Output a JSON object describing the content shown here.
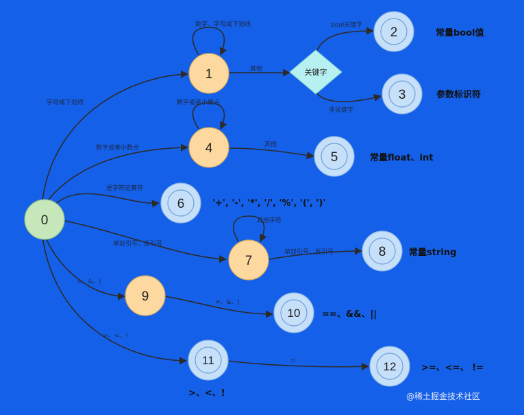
{
  "nodes": [
    {
      "id": "n0",
      "label": "0"
    },
    {
      "id": "n1",
      "label": "1"
    },
    {
      "id": "n2",
      "label": "2"
    },
    {
      "id": "n3",
      "label": "3"
    },
    {
      "id": "n4",
      "label": "4"
    },
    {
      "id": "n5",
      "label": "5"
    },
    {
      "id": "n6",
      "label": "6"
    },
    {
      "id": "n7",
      "label": "7"
    },
    {
      "id": "n8",
      "label": "8"
    },
    {
      "id": "n9",
      "label": "9"
    },
    {
      "id": "n10",
      "label": "10"
    },
    {
      "id": "n11",
      "label": "11"
    },
    {
      "id": "n12",
      "label": "12"
    }
  ],
  "decision": {
    "label": "关键字"
  },
  "edge_labels": {
    "e0_1": "字母或下划线",
    "e0_4": "数字或者小数点",
    "e0_6": "是字符运算符",
    "e0_7": "单双引号、反引号",
    "e0_9": "=、&、|",
    "e0_11": ">、<、!",
    "e1_self": "数字、字母或下划线",
    "e1_kw": "其他",
    "kw_2": "bool关键字",
    "kw_3": "非关键字",
    "e4_self": "数字或者小数点",
    "e4_5": "其他",
    "e7_self": "其他字符",
    "e7_8": "单双引号、反引号",
    "e9_10": "=、&、|",
    "e11_12": "="
  },
  "descriptions": {
    "n2": "常量bool值",
    "n3": "参数标识符",
    "n5": "常量float、int",
    "n6": "'+', '-', '*', '/', '%', '(', ')'",
    "n8": "常量string",
    "n10": "==、&&、||",
    "n11": ">、<、!",
    "n12": ">=、<=、 !="
  },
  "watermark": "@稀土掘金技术社区",
  "colors": {
    "background": "#1560e8",
    "start": "#c6e7b9",
    "intermediate": "#fdd9a0",
    "terminal": "#c7e0fa",
    "decision": "#b6f0f0",
    "edge": "#2b2b2b"
  }
}
